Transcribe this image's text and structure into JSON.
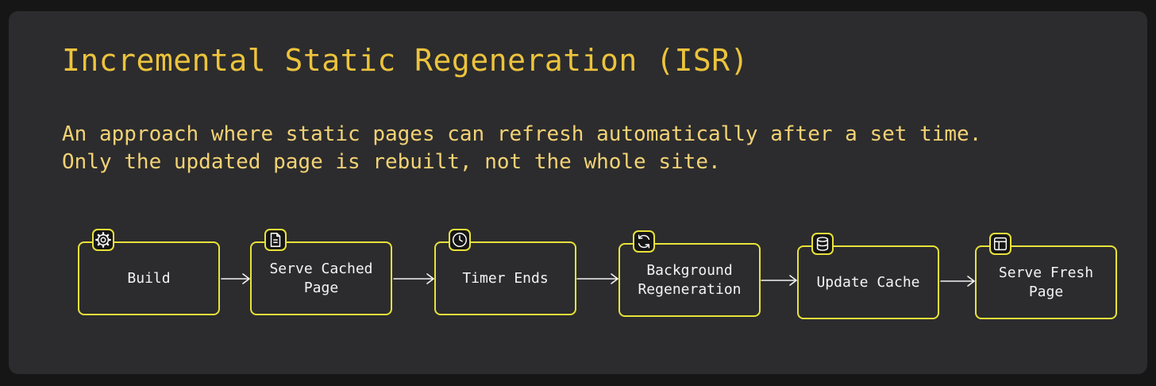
{
  "title": "Incremental Static Regeneration (ISR)",
  "description": {
    "line1": "An approach where static pages can refresh automatically after a set time.",
    "line2": "Only the updated page is rebuilt, not the whole site."
  },
  "steps": [
    {
      "label": "Build",
      "icon": "gear-icon"
    },
    {
      "label": "Serve Cached Page",
      "icon": "document-icon"
    },
    {
      "label": "Timer Ends",
      "icon": "clock-icon"
    },
    {
      "label": "Background Regeneration",
      "icon": "refresh-icon"
    },
    {
      "label": "Update Cache",
      "icon": "database-icon"
    },
    {
      "label": "Serve Fresh Page",
      "icon": "layout-icon"
    }
  ],
  "colors": {
    "accent": "#e8e23a",
    "title": "#ecc33c",
    "text": "#f4f4f4",
    "card": "#2c2c2e",
    "background": "#161616"
  }
}
